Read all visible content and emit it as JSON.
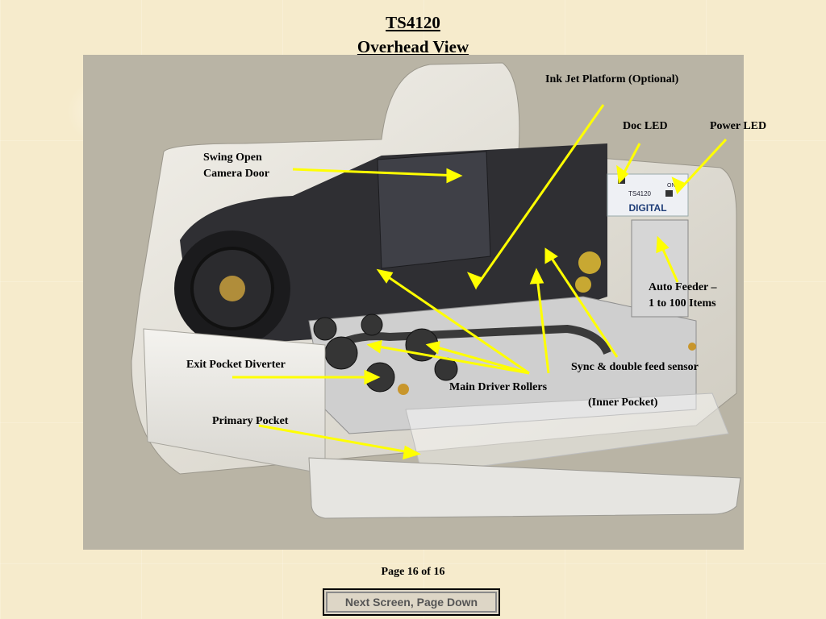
{
  "header": {
    "title_line1": "TS4120",
    "title_line2": "Overhead View"
  },
  "callouts": {
    "ink_jet": "Ink Jet Platform (Optional)",
    "doc_led": "Doc LED",
    "power_led": "Power LED",
    "camera_door_line1": "Swing Open",
    "camera_door_line2": "Camera Door",
    "auto_feeder_line1": "Auto Feeder –",
    "auto_feeder_line2": "1 to 100 Items",
    "exit_pocket_diverter": "Exit Pocket Diverter",
    "sync_sensor": "Sync & double feed sensor",
    "main_rollers": "Main Driver Rollers",
    "inner_pocket": "(Inner Pocket)",
    "primary_pocket": "Primary Pocket"
  },
  "device_label": {
    "brand": "DIGITAL",
    "model": "TS4120",
    "on": "ON"
  },
  "footer": {
    "page_indicator": "Page 16 of  16",
    "next_button": "Next Screen, Page Down"
  },
  "colors": {
    "callout_arrow": "#ffff00",
    "background": "#f6ebcc"
  }
}
